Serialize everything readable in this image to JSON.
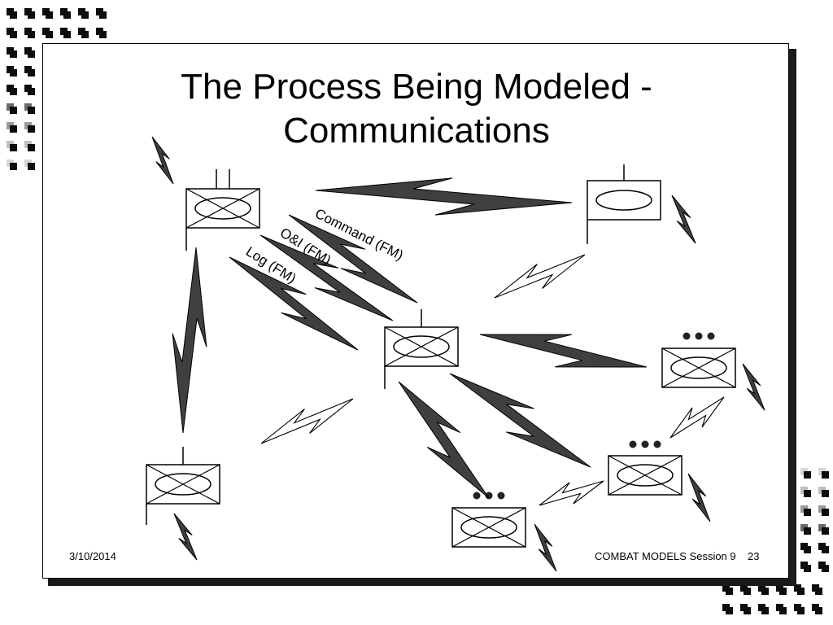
{
  "slide": {
    "title_line1": "The Process Being Modeled -",
    "title_line2": "Communications",
    "date": "3/10/2014",
    "footer_text": "COMBAT MODELS Session 9",
    "page_number": "23"
  },
  "diagram": {
    "link_labels": {
      "command": "Command (FM)",
      "oi": "O&I (FM)",
      "log": "Log (FM)"
    }
  },
  "colors": {
    "bolt_fill": "#3f3f3f",
    "shadow": "#1a1a1a"
  }
}
